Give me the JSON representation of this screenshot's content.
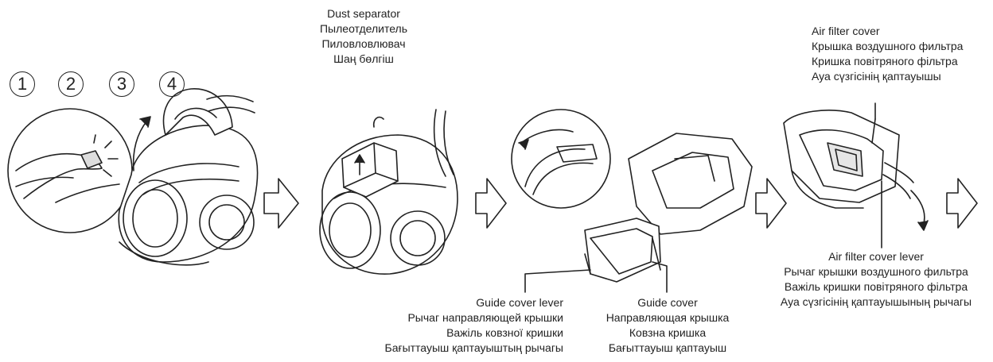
{
  "steps": [
    "1",
    "2",
    "3",
    "4"
  ],
  "labels": {
    "dust_separator": [
      "Dust separator",
      "Пылеотделитель",
      "Пиловловлювач",
      "Шаң бөлгіш"
    ],
    "air_filter_cover": [
      "Air filter cover",
      "Крышка воздушного фильтра",
      "Кришка повітряного фільтра",
      "Ауа сүзгісінің қаптауышы"
    ],
    "air_filter_cover_lever": [
      "Air filter cover lever",
      "Рычаг крышки воздушного фильтра",
      "Важіль кришки повітряного фільтра",
      "Ауа сүзгісінің қаптауышының рычагы"
    ],
    "guide_cover_lever": [
      "Guide cover lever",
      "Рычаг направляющей крышки",
      "Важіль ковзної кришки",
      "Бағыттауыш қаптауыштың рычагы"
    ],
    "guide_cover": [
      "Guide cover",
      "Направляющая крышка",
      "Ковзна кришка",
      "Бағыттауыш қаптауыш"
    ]
  },
  "colors": {
    "line": "#222222",
    "fill": "#ffffff",
    "shade": "#e6e6e6"
  },
  "icons": [
    "hand-icon",
    "arrow-right-icon",
    "vacuum-cleaner-icon",
    "magnifier-circle-icon",
    "curved-arrow-icon"
  ]
}
